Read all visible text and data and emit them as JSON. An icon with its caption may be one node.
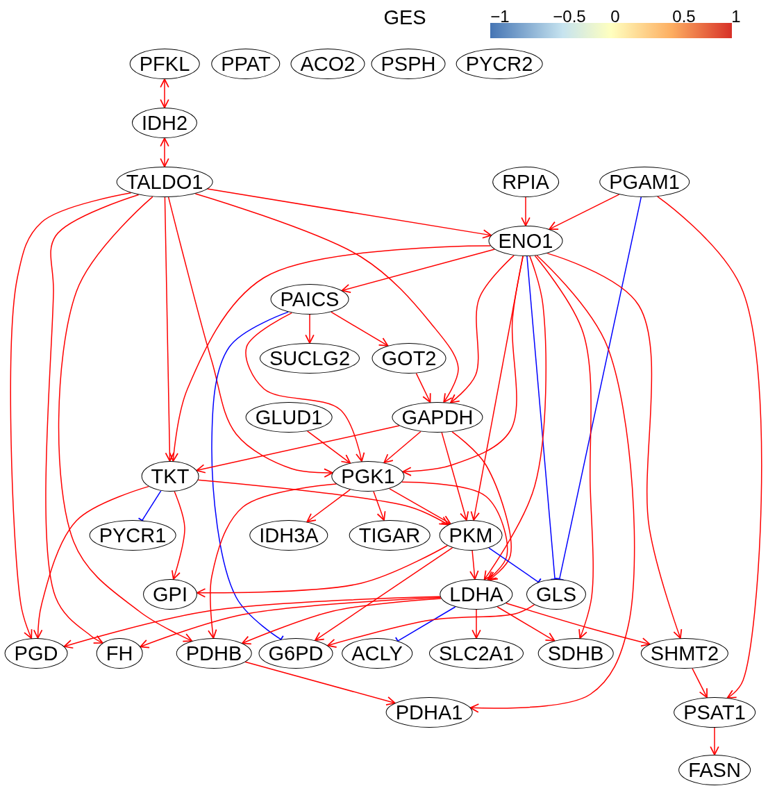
{
  "diagram": {
    "nodes": [
      {
        "text": [
          "PFKL"
        ]
      },
      {
        "text": [
          "PPAT"
        ]
      },
      {
        "text": [
          "ACO2"
        ]
      },
      {
        "text": [
          "PSPH"
        ]
      },
      {
        "text": [
          "PYCR2"
        ]
      },
      {
        "text": [
          "IDH2"
        ]
      },
      {
        "text": [
          "TALDO1"
        ]
      },
      {
        "text": [
          "RPIA"
        ]
      },
      {
        "text": [
          "PGAM1"
        ]
      },
      {
        "text": [
          "ENO1"
        ]
      },
      {
        "text": [
          "PAICS"
        ]
      },
      {
        "text": [
          "SUCLG2"
        ]
      },
      {
        "text": [
          "GOT2"
        ]
      },
      {
        "text": [
          "GLUD1"
        ]
      },
      {
        "text": [
          "GAPDH"
        ]
      },
      {
        "text": [
          "TKT"
        ]
      },
      {
        "text": [
          "PGK1"
        ]
      },
      {
        "text": [
          "PYCR1"
        ]
      },
      {
        "text": [
          "IDH3A"
        ]
      },
      {
        "text": [
          "TIGAR"
        ]
      },
      {
        "text": [
          "PKM"
        ]
      },
      {
        "text": [
          "GPI"
        ]
      },
      {
        "text": [
          "LDHA"
        ]
      },
      {
        "text": [
          "GLS"
        ]
      },
      {
        "text": [
          "PGD"
        ]
      },
      {
        "text": [
          "FH"
        ]
      },
      {
        "text": [
          "PDHB"
        ]
      },
      {
        "text": [
          "G6PD"
        ]
      },
      {
        "text": [
          "ACLY"
        ]
      },
      {
        "text": [
          "SLC2A1"
        ]
      },
      {
        "text": [
          "SDHB"
        ]
      },
      {
        "text": [
          "SHMT2"
        ]
      },
      {
        "text": [
          "PDHA1"
        ]
      },
      {
        "text": [
          "PSAT1"
        ]
      },
      {
        "text": [
          "FASN"
        ]
      }
    ],
    "edges": [
      {
        "from": 0,
        "to": 5,
        "arrow": "both"
      },
      {
        "from": 5,
        "to": 6,
        "arrow": "both"
      },
      {
        "from": 6,
        "to": 9,
        "arrow": "to"
      },
      {
        "from": 6,
        "to": 15,
        "arrow": "to"
      },
      {
        "from": 6,
        "to": 16,
        "arrow": "to"
      },
      {
        "from": 6,
        "to": 14,
        "arrow": "to"
      },
      {
        "from": 6,
        "to": 24,
        "arrow": "to"
      },
      {
        "from": 6,
        "to": 25,
        "arrow": "to"
      },
      {
        "from": 6,
        "to": 26,
        "arrow": "to"
      },
      {
        "from": 7,
        "to": 9,
        "arrow": "to"
      },
      {
        "from": 8,
        "to": 9,
        "arrow": "to"
      },
      {
        "from": 8,
        "to": 23,
        "arrow": "other",
        "color": "#0000ff"
      },
      {
        "from": 8,
        "to": 33,
        "arrow": "to"
      },
      {
        "from": 9,
        "to": 15,
        "arrow": "to"
      },
      {
        "from": 9,
        "to": 10,
        "arrow": "to"
      },
      {
        "from": 9,
        "to": 14,
        "arrow": "to"
      },
      {
        "from": 9,
        "to": 16,
        "arrow": "to"
      },
      {
        "from": 9,
        "to": 20,
        "arrow": "to"
      },
      {
        "from": 9,
        "to": 23,
        "arrow": "other",
        "color": "#0000ff"
      },
      {
        "from": 9,
        "to": 22,
        "arrow": "to"
      },
      {
        "from": 9,
        "to": 30,
        "arrow": "to"
      },
      {
        "from": 9,
        "to": 32,
        "arrow": "to"
      },
      {
        "from": 9,
        "to": 31,
        "arrow": "to"
      },
      {
        "from": 10,
        "to": 11,
        "arrow": "to"
      },
      {
        "from": 10,
        "to": 12,
        "arrow": "to"
      },
      {
        "from": 10,
        "to": 16,
        "arrow": "to"
      },
      {
        "from": 10,
        "to": 27,
        "arrow": "other",
        "color": "#0000ff"
      },
      {
        "from": 12,
        "to": 14,
        "arrow": "to"
      },
      {
        "from": 13,
        "to": 16,
        "arrow": "to"
      },
      {
        "from": 14,
        "to": 15,
        "arrow": "to"
      },
      {
        "from": 14,
        "to": 16,
        "arrow": "to"
      },
      {
        "from": 14,
        "to": 20,
        "arrow": "to"
      },
      {
        "from": 14,
        "to": 22,
        "arrow": "to"
      },
      {
        "from": 15,
        "to": 17,
        "arrow": "other",
        "color": "#0000ff"
      },
      {
        "from": 15,
        "to": 21,
        "arrow": "to"
      },
      {
        "from": 15,
        "to": 24,
        "arrow": "to"
      },
      {
        "from": 15,
        "to": 20,
        "arrow": "to"
      },
      {
        "from": 16,
        "to": 26,
        "arrow": "to"
      },
      {
        "from": 16,
        "to": 18,
        "arrow": "to"
      },
      {
        "from": 16,
        "to": 19,
        "arrow": "to"
      },
      {
        "from": 16,
        "to": 20,
        "arrow": "to"
      },
      {
        "from": 16,
        "to": 22,
        "arrow": "to"
      },
      {
        "from": 20,
        "to": 22,
        "arrow": "to"
      },
      {
        "from": 20,
        "to": 23,
        "arrow": "other",
        "color": "#0000ff"
      },
      {
        "from": 20,
        "to": 21,
        "arrow": "to"
      },
      {
        "from": 20,
        "to": 27,
        "arrow": "to"
      },
      {
        "from": 22,
        "to": 24,
        "arrow": "to"
      },
      {
        "from": 22,
        "to": 25,
        "arrow": "to"
      },
      {
        "from": 22,
        "to": 26,
        "arrow": "to"
      },
      {
        "from": 22,
        "to": 28,
        "arrow": "other",
        "color": "#0000ff"
      },
      {
        "from": 22,
        "to": 29,
        "arrow": "to"
      },
      {
        "from": 22,
        "to": 30,
        "arrow": "to"
      },
      {
        "from": 22,
        "to": 31,
        "arrow": "to"
      },
      {
        "from": 23,
        "to": 27,
        "arrow": "to"
      },
      {
        "from": 26,
        "to": 32,
        "arrow": "to"
      },
      {
        "from": 31,
        "to": 33,
        "arrow": "to"
      },
      {
        "from": 33,
        "to": 34,
        "arrow": "to"
      }
    ],
    "labels": [
      "GES",
      "−1",
      "−0.5",
      "0",
      "0.5",
      "1"
    ]
  }
}
